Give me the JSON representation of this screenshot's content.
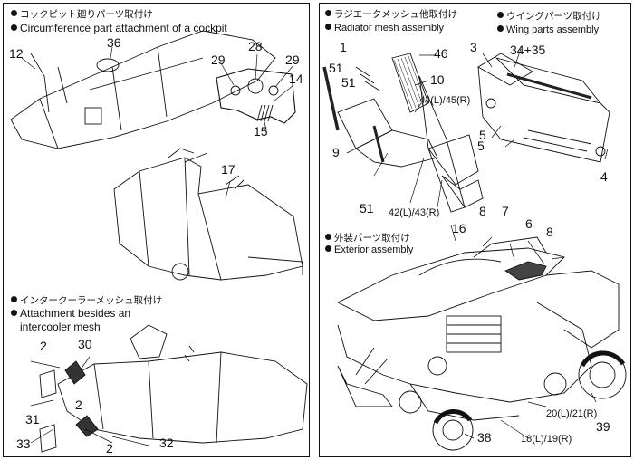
{
  "left": {
    "cockpit": {
      "title_jp": "コックピット廻りパーツ取付け",
      "title_en": "Circumference part attachment of a cockpit",
      "labels": [
        "12",
        "36",
        "28",
        "29",
        "29",
        "14",
        "15",
        "17"
      ]
    },
    "intercooler": {
      "title_jp": "インタークーラーメッシュ取付け",
      "title_en_1": "Attachment besides an",
      "title_en_2": "intercooler mesh",
      "labels": [
        "2",
        "30",
        "2",
        "31",
        "2",
        "33",
        "32"
      ]
    }
  },
  "right": {
    "radiator": {
      "title_jp": "ラジエータメッシュ他取付け",
      "title_en": "Radiator mesh  assembly",
      "labels": [
        "1",
        "46",
        "51",
        "51",
        "10",
        "44(L)/45(R)",
        "9",
        "51",
        "42(L)/43(R)"
      ]
    },
    "wing": {
      "title_jp": "ウイングパーツ取付け",
      "title_en": "Wing parts  assembly",
      "labels": [
        "3",
        "34+35",
        "5",
        "5",
        "4"
      ]
    },
    "exterior": {
      "title_jp": "外装パーツ取付け",
      "title_en": "Exterior assembly",
      "labels": [
        "16",
        "8",
        "7",
        "6",
        "8",
        "20(L)/21(R)",
        "39",
        "38",
        "18(L)/19(R)"
      ]
    }
  }
}
